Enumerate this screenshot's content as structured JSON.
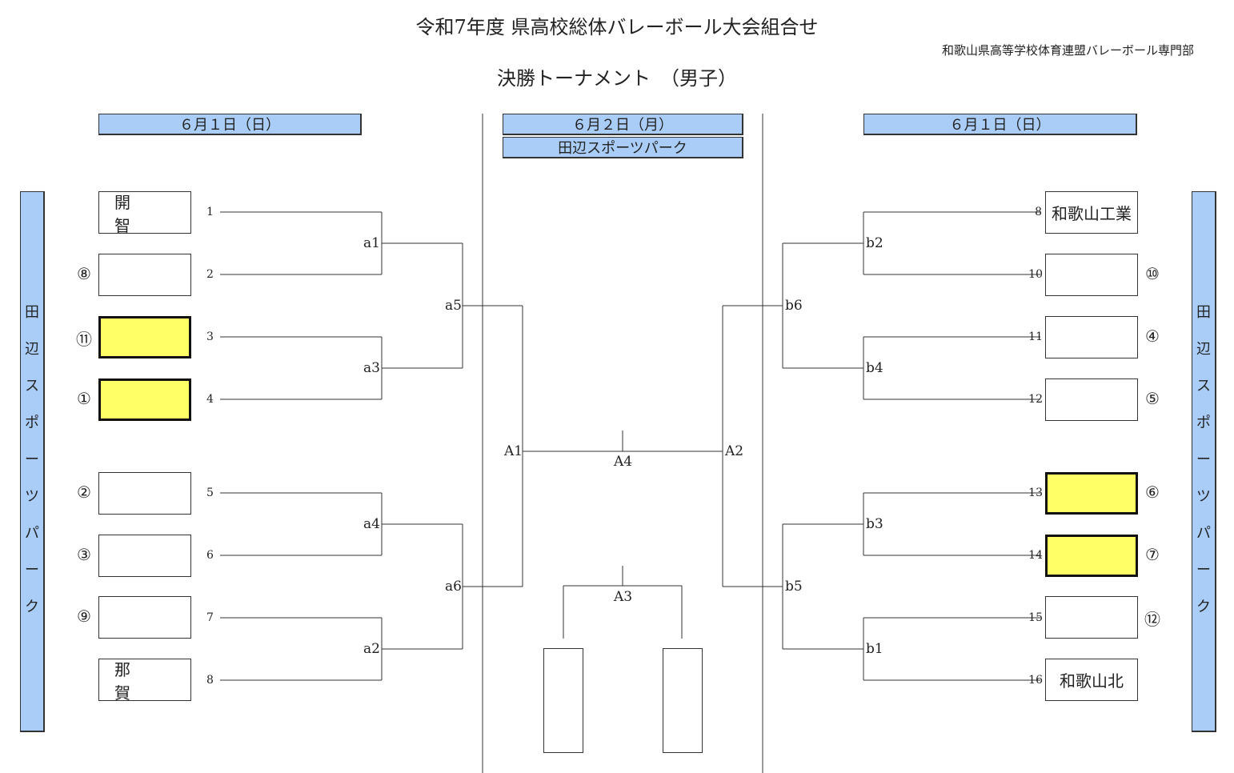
{
  "title": "令和7年度 県高校総体バレーボール大会組合せ",
  "organizer": "和歌山県高等学校体育連盟バレーボール専門部",
  "subtitle": "決勝トーナメント　（男子）",
  "dates": {
    "left": "６月１日（日）",
    "center": "６月２日（月）",
    "right": "６月１日（日）"
  },
  "center_venue": "田辺スポーツパーク",
  "side_venue_chars": [
    "田",
    "辺",
    "ス",
    "ポ",
    "ー",
    "ツ",
    "パ",
    "ー",
    "ク"
  ],
  "left_teams": [
    {
      "seed": "",
      "name": "開　智",
      "num": "1"
    },
    {
      "seed": "⑧",
      "name": "",
      "num": "2"
    },
    {
      "seed": "⑪",
      "name": "",
      "num": "3"
    },
    {
      "seed": "①",
      "name": "",
      "num": "4"
    },
    {
      "seed": "②",
      "name": "",
      "num": "5"
    },
    {
      "seed": "③",
      "name": "",
      "num": "6"
    },
    {
      "seed": "⑨",
      "name": "",
      "num": "7"
    },
    {
      "seed": "",
      "name": "那　賀",
      "num": "8"
    }
  ],
  "right_teams": [
    {
      "seed": "",
      "name": "和歌山工業",
      "num": "8"
    },
    {
      "seed": "⑩",
      "name": "",
      "num": "10"
    },
    {
      "seed": "④",
      "name": "",
      "num": "11"
    },
    {
      "seed": "⑤",
      "name": "",
      "num": "12"
    },
    {
      "seed": "⑥",
      "name": "",
      "num": "13"
    },
    {
      "seed": "⑦",
      "name": "",
      "num": "14"
    },
    {
      "seed": "⑫",
      "name": "",
      "num": "15"
    },
    {
      "seed": "",
      "name": "和歌山北",
      "num": "16"
    }
  ],
  "match_labels": {
    "a1": "a1",
    "a2": "a2",
    "a3": "a3",
    "a4": "a4",
    "a5": "a5",
    "a6": "a6",
    "b1": "b1",
    "b2": "b2",
    "b3": "b3",
    "b4": "b4",
    "b5": "b5",
    "b6": "b6",
    "A1": "A1",
    "A2": "A2",
    "A3": "A3",
    "A4": "A4"
  },
  "colors": {
    "date_bar": "#a9cdf7",
    "highlight": "#ffff66"
  }
}
